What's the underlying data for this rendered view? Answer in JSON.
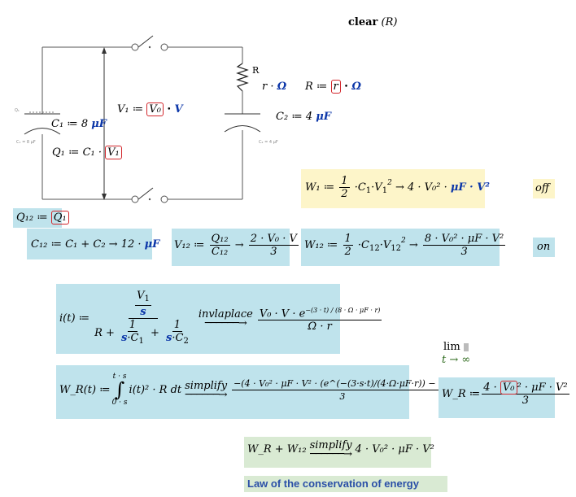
{
  "clear": {
    "keyword": "clear",
    "arg": "(R)"
  },
  "circuit": {
    "r_label": "R",
    "small_label_c1": "C₁ = 8 μF",
    "small_label_c2": "C₂ = 4 μF",
    "small_label_q": "Q₁"
  },
  "defs": {
    "C1": "C₁ ≔ 8",
    "C1_unit": "μF",
    "C2": "C₂ ≔ 4",
    "C2_unit": "μF",
    "V1_lhs": "V₁ ≔",
    "V1_box": "V₀",
    "V1_unit": "V",
    "Q1_lhs": "Q₁ ≔ C₁ ·",
    "Q1_box": "V₁",
    "r_expr": "r ·",
    "r_unit": "Ω",
    "R_lhs": "R ≔",
    "R_box": "r",
    "R_unit": "Ω",
    "Q12_lhs": "Q₁₂ ≔",
    "Q12_box": "Q₁"
  },
  "W1": {
    "lhs": "W₁ ≔",
    "rhs": "→ 4 · V₀² ·",
    "units": "μF · V²"
  },
  "toggle_off": "off",
  "toggle_on": "on",
  "C12": {
    "lhs": "C₁₂ ≔ C₁ + C₂ → 12 ·",
    "unit": "μF"
  },
  "V12": {
    "lhs": "V₁₂ ≔",
    "num": "Q₁₂",
    "den": "C₁₂",
    "rnum": "2 · V₀ · V",
    "rden": "3"
  },
  "W12": {
    "lhs": "W₁₂ ≔",
    "rnum": "8 · V₀² · μF · V²",
    "rden": "3"
  },
  "current": {
    "lhs": "i(t) ≔",
    "op": "invlaplace",
    "rhs_pre": "V₀ · V · e",
    "exponent": "−(3 · t) / (8 · Ω · μF · r)",
    "rden": "Ω · r"
  },
  "WR": {
    "lhs": "W_R(t) ≔",
    "upper": "t · s",
    "lower": "0 · s",
    "integrand": "i(t)² · R dt",
    "op": "simplify",
    "rnum": "−(4 · V₀² · μF · V² · (e^(−(3·s·t)/(4·Ω·μF·r)) − 1))",
    "rden": "3"
  },
  "limit": {
    "lim": "lim",
    "under": "t → ∞"
  },
  "WR_limit": {
    "lhs": "W_R ≔",
    "num_pre": "4 ·",
    "box": "V₀",
    "num_post": "² · μF · V²",
    "den": "3"
  },
  "final": {
    "lhs": "W_R + W₁₂",
    "op": "simplify",
    "rhs": "4 · V₀² · μF · V²"
  },
  "caption": "Law of the conservation of energy"
}
